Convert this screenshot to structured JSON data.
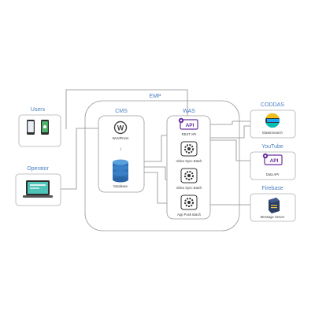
{
  "groups": {
    "users": "Users",
    "operator": "Operator",
    "emp": "EMP",
    "cms": "CMS",
    "was": "WAS",
    "coodaas": "CODDAS",
    "youtube": "YouTube",
    "firebase": "Firebase"
  },
  "nodes": {
    "wordpress": "WordPress",
    "database": "Database",
    "rest_api": "REST API",
    "rest_api_badge": "API",
    "video_sync_1": "Video Sync Batch",
    "video_sync_2": "Video Sync Batch",
    "app_push": "App Push Batch",
    "elasticsearch": "ElasticSearch",
    "data_api": "Data API",
    "data_api_badge": "API",
    "message_server": "Message Server"
  },
  "colors": {
    "group_label": "#4a7fc1",
    "border": "#9a9a9a",
    "line": "#8a8a8a",
    "accent_purple": "#6a2fa0",
    "db_blue": "#2f6fb4",
    "screen_green": "#4fb36a"
  }
}
